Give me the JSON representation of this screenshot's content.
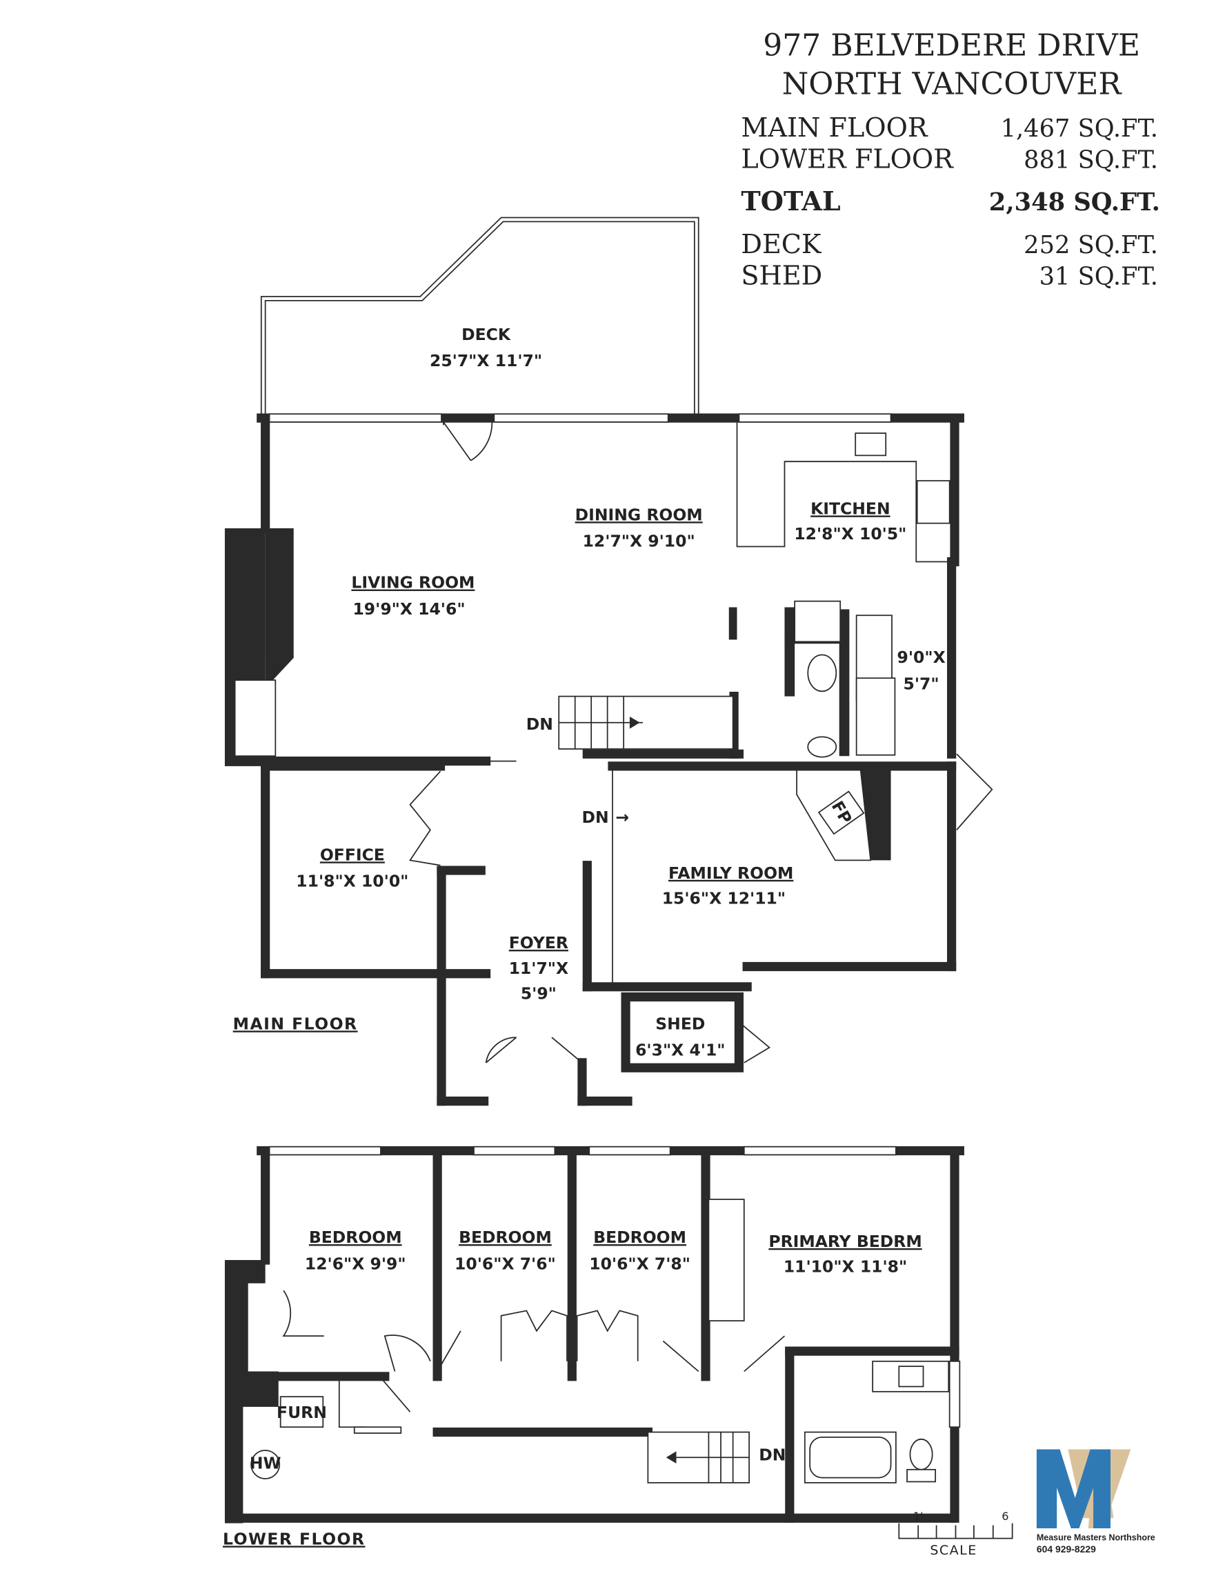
{
  "header": {
    "address_line1": "977 BELVEDERE DRIVE",
    "address_line2": "NORTH VANCOUVER",
    "areas": [
      {
        "label": "MAIN FLOOR",
        "value": "1,467 SQ.FT."
      },
      {
        "label": "LOWER FLOOR",
        "value": "881 SQ.FT."
      },
      {
        "label": "TOTAL",
        "value": "2,348 SQ.FT."
      },
      {
        "label": "DECK",
        "value": "252 SQ.FT."
      },
      {
        "label": "SHED",
        "value": "31 SQ.FT."
      }
    ]
  },
  "main_floor": {
    "title": "MAIN FLOOR",
    "rooms": {
      "deck": {
        "name": "DECK",
        "dims": "25'7\"X 11'7\""
      },
      "dining": {
        "name": "DINING ROOM",
        "dims": "12'7\"X 9'10\""
      },
      "kitchen": {
        "name": "KITCHEN",
        "dims": "12'8\"X 10'5\""
      },
      "living": {
        "name": "LIVING ROOM",
        "dims": "19'9\"X 14'6\""
      },
      "laundry": {
        "dims1": "9'0\"X",
        "dims2": "5'7\""
      },
      "office": {
        "name": "OFFICE",
        "dims": "11'8\"X 10'0\""
      },
      "family": {
        "name": "FAMILY ROOM",
        "dims": "15'6\"X 12'11\""
      },
      "foyer": {
        "name": "FOYER",
        "dims1": "11'7\"X",
        "dims2": "5'9\""
      },
      "shed": {
        "name": "SHED",
        "dims": "6'3\"X 4'1\""
      }
    },
    "fireplace": "FP",
    "stair_down_1": "DN",
    "stair_down_2": "DN"
  },
  "lower_floor": {
    "title": "LOWER FLOOR",
    "rooms": [
      {
        "name": "BEDROOM",
        "dims": "12'6\"X 9'9\""
      },
      {
        "name": "BEDROOM",
        "dims": "10'6\"X 7'6\""
      },
      {
        "name": "BEDROOM",
        "dims": "10'6\"X 7'8\""
      },
      {
        "name": "PRIMARY BEDRM",
        "dims": "11'10\"X 11'8\""
      }
    ],
    "furnace": "FURN",
    "hot_water": "HW",
    "stair_down": "DN"
  },
  "scale": {
    "start": "1'",
    "end": "6",
    "label": "SCALE"
  },
  "logo": {
    "company": "Measure Masters Northshore",
    "phone": "604 929-8229",
    "colors": {
      "blue": "#2f7ab5",
      "tan": "#d9c29a"
    }
  }
}
